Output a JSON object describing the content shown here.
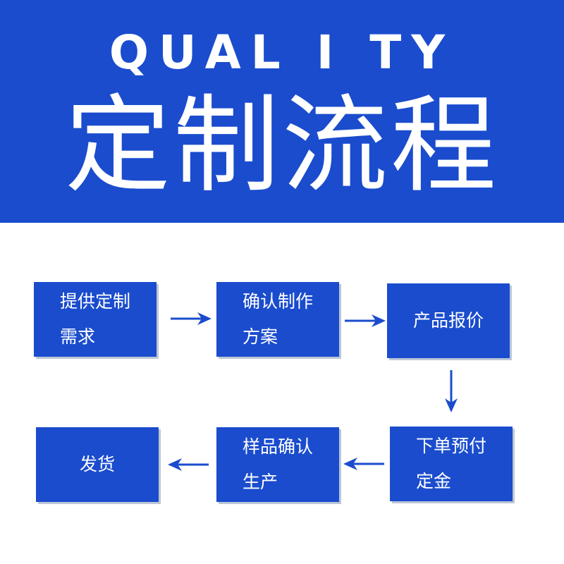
{
  "header": {
    "english_title": "QUAL I TY",
    "chinese_title": "定制流程"
  },
  "steps": [
    {
      "label": "提供定制\n需求"
    },
    {
      "label": "确认制作\n方案"
    },
    {
      "label": "产品报价"
    },
    {
      "label": "下单预付\n定金"
    },
    {
      "label": "样品确认\n生产"
    },
    {
      "label": "发货"
    }
  ],
  "colors": {
    "primary_blue": "#1a4ccd",
    "background": "#ffffff",
    "arrow": "#1a4ccd"
  },
  "icons": {
    "flow_arrow": "arrow-icon"
  }
}
